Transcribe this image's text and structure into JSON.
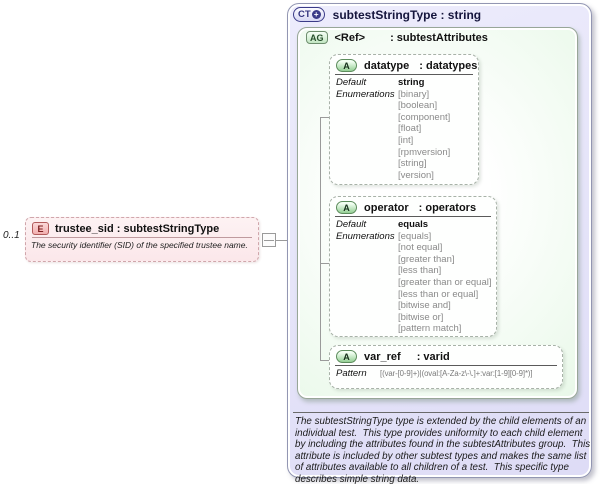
{
  "multiplicity": "0..1",
  "element": {
    "badge": "E",
    "title": "trustee_sid : subtestStringType",
    "description": "The security identifier (SID) of the specified trustee name."
  },
  "complex_type": {
    "badge": "CT",
    "badge_plus": "+",
    "title": "subtestStringType : string",
    "annotation": "The subtestStringType type is extended by the child elements of an individual test.  This type provides uniformity to each child element by including the attributes found in the subtestAttributes group.  This attribute is included by other subtest types and makes the same list of attributes available to all children of a test.  This specific type describes simple string data."
  },
  "attribute_group": {
    "badge": "AG",
    "name": "<Ref>",
    "type": ": subtestAttributes"
  },
  "attributes": {
    "datatype": {
      "badge": "A",
      "name": "datatype",
      "type": ": datatypes",
      "default_label": "Default",
      "default_value": "string",
      "enumerations_label": "Enumerations",
      "enumerations": [
        "[binary]",
        "[boolean]",
        "[component]",
        "[float]",
        "[int]",
        "[rpmversion]",
        "[string]",
        "[version]"
      ]
    },
    "operator": {
      "badge": "A",
      "name": "operator",
      "type": ": operators",
      "default_label": "Default",
      "default_value": "equals",
      "enumerations_label": "Enumerations",
      "enumerations": [
        "[equals]",
        "[not equal]",
        "[greater than]",
        "[less than]",
        "[greater than or equal]",
        "[less than or equal]",
        "[bitwise and]",
        "[bitwise or]",
        "[pattern match]"
      ]
    },
    "var_ref": {
      "badge": "A",
      "name": "var_ref",
      "type": ": varid",
      "pattern_label": "Pattern",
      "pattern_value": "[(var-[0-9]+)|(oval:[A-Za-z\\-\\.]+:var:[1-9][0-9]*)]"
    }
  }
}
